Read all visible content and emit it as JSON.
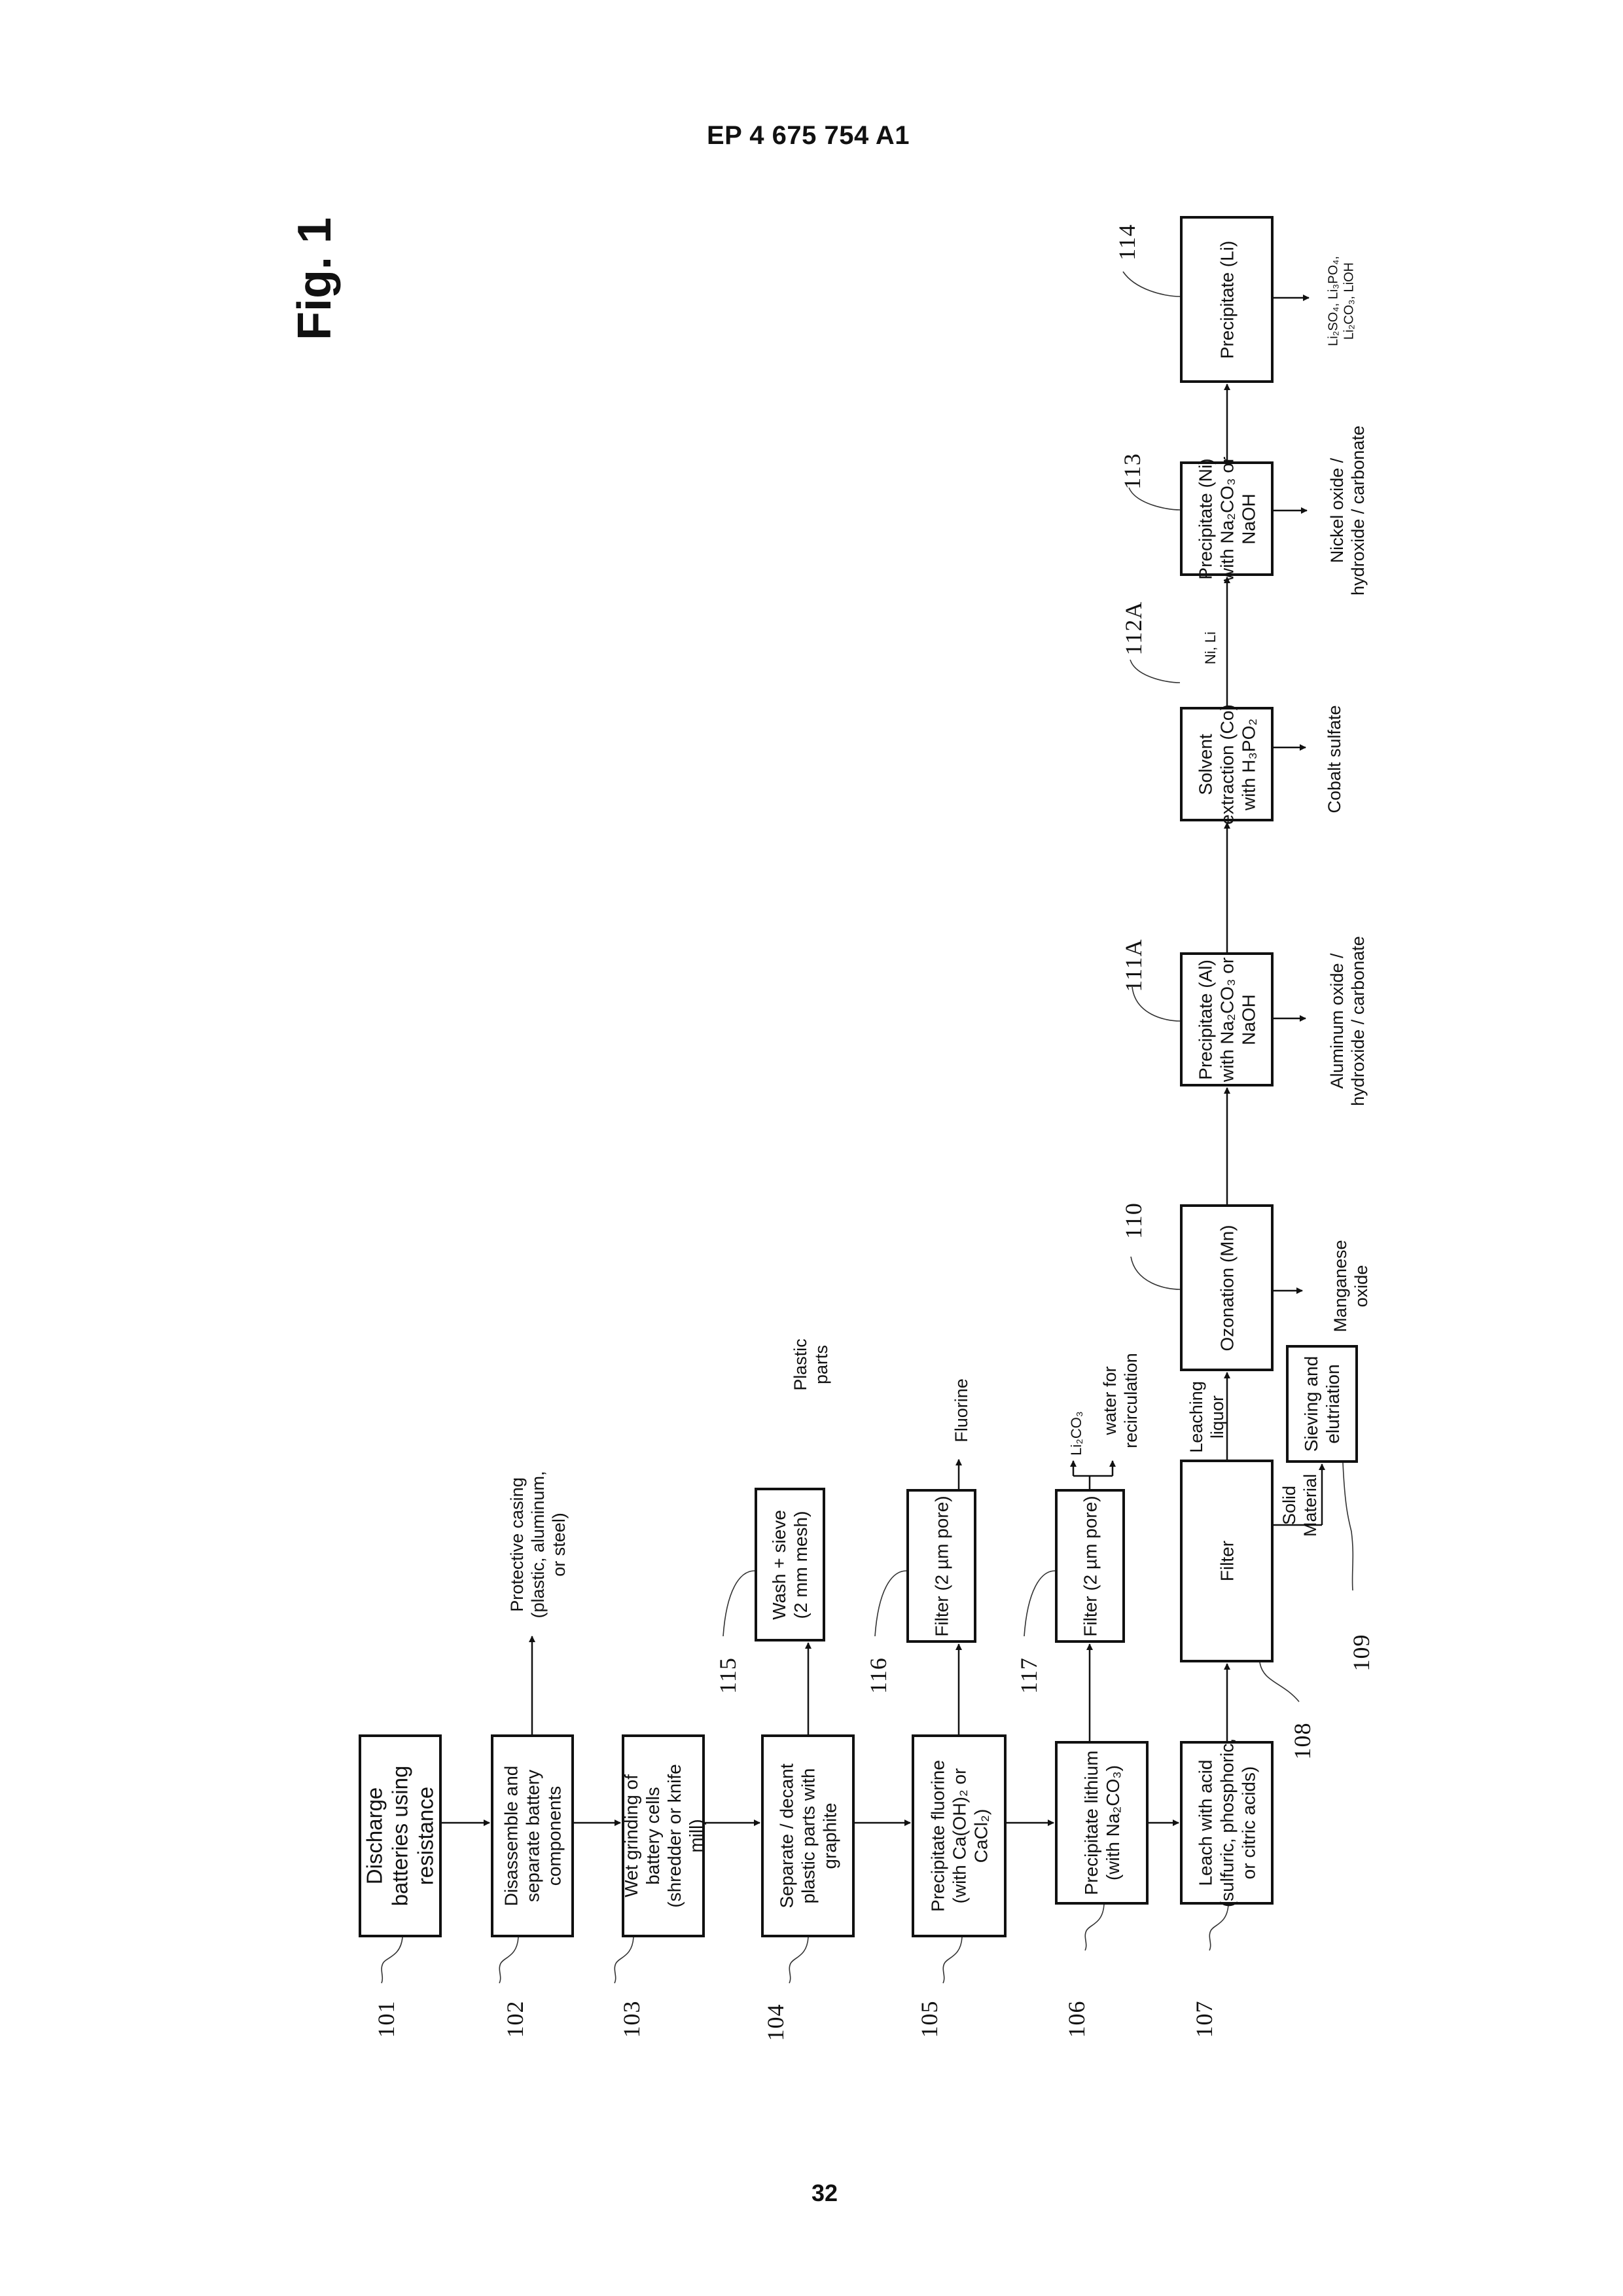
{
  "header": {
    "publication_number": "EP 4 675 754 A1"
  },
  "figure": {
    "title": "Fig. 1"
  },
  "footer": {
    "page_number": "32"
  },
  "steps": {
    "s101": {
      "ref": "101",
      "text": "Discharge\nbatteries using\nresistance"
    },
    "s102": {
      "ref": "102",
      "text": "Disassemble and\nseparate battery\ncomponents"
    },
    "s103": {
      "ref": "103",
      "text": "Wet grinding of\nbattery cells\n(shredder or knife\nmill)"
    },
    "s104": {
      "ref": "104",
      "text": "Separate / decant\nplastic parts with\ngraphite"
    },
    "s105": {
      "ref": "105",
      "text": "Precipitate fluorine\n(with Ca(OH)₂ or\nCaCl₂)"
    },
    "s106": {
      "ref": "106",
      "text": "Precipitate lithium\n(with Na₂CO₃)"
    },
    "s107": {
      "ref": "107",
      "text": "Leach with acid\n(sulfuric, phosphoric,\nor citric acids)"
    },
    "s108": {
      "ref": "108",
      "text": "Filter"
    },
    "s109": {
      "ref": "109",
      "text": "Sieving and\nelutriation"
    },
    "s110": {
      "ref": "110",
      "text": "Ozonation (Mn)"
    },
    "s111A": {
      "ref": "111A",
      "text": "Precipitate (Al)\nwith Na₂CO₃ or\nNaOH"
    },
    "s112A": {
      "ref": "112A",
      "text": "Solvent\nextraction (Co)\nwith H₃PO₂"
    },
    "s113": {
      "ref": "113",
      "text": "Precipitate (Ni)\nwith Na₂CO₃ or\nNaOH"
    },
    "s114": {
      "ref": "114",
      "text": "Precipitate (Li)"
    },
    "s115": {
      "ref": "115",
      "text": "Wash + sieve\n(2 mm mesh)"
    },
    "s116": {
      "ref": "116",
      "text": "Filter (2 µm pore)"
    },
    "s117": {
      "ref": "117",
      "text": "Filter (2 µm pore)"
    }
  },
  "outputs": {
    "protective_casing": "Protective casing\n(plastic, aluminum,\nor steel)",
    "plastic_parts": "Plastic\nparts",
    "fluorine": "Fluorine",
    "li2co3": "Li₂CO₃",
    "water_recirculation": "water for\nrecirculation",
    "leaching_liquor": "Leaching\nliquor",
    "solid_material": "Solid\nMaterial",
    "manganese_oxide": "Manganese\noxide",
    "aluminum_products": "Aluminum oxide /\nhydroxide / carbonate",
    "cobalt_sulfate": "Cobalt sulfate",
    "ni_li": "Ni, Li",
    "nickel_products": "Nickel oxide /\nhydroxide / carbonate",
    "lithium_products": "Li₂SO₄, Li₃PO₄,\nLi₂CO₃, LiOH"
  }
}
